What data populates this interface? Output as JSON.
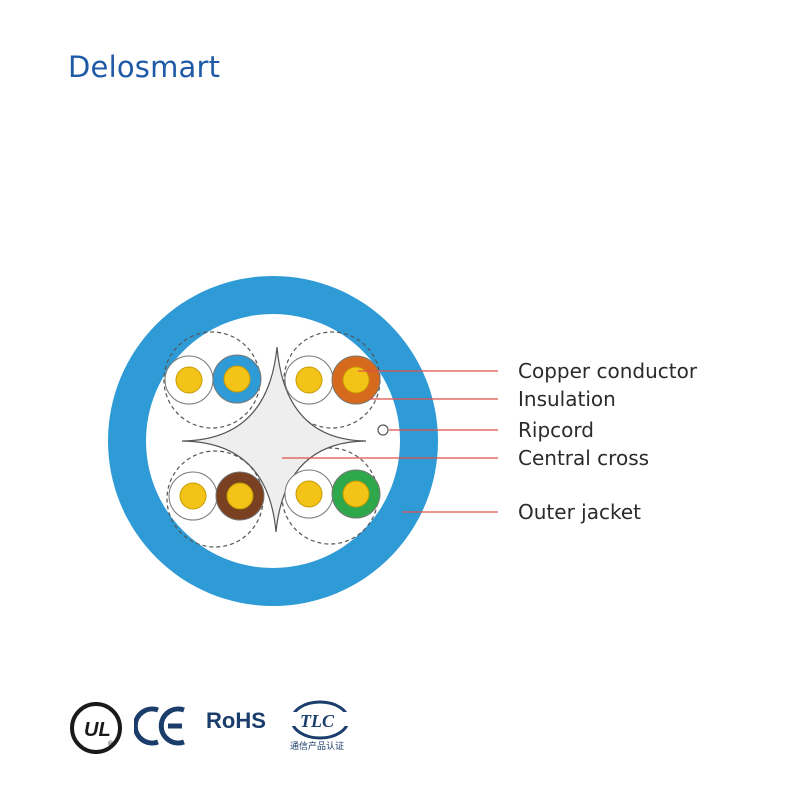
{
  "brand": {
    "name": "Delosmart",
    "color": "#1f5aa6"
  },
  "colors": {
    "jacket": "#2e9ad6",
    "conductor": "#f3c318",
    "leader_line": "#e0504a",
    "insulation_blue": "#2e9ad6",
    "insulation_orange": "#d7691c",
    "insulation_brown": "#7a4022",
    "insulation_green": "#2ea84b",
    "insulation_white": "#ffffff"
  },
  "labels": {
    "copper_conductor": "Copper conductor",
    "insulation": "Insulation",
    "ripcord": "Ripcord",
    "central_cross": "Central cross",
    "outer_jacket": "Outer jacket"
  },
  "certifications": {
    "ul": "UL",
    "ce": "CE",
    "rohs": "RoHS",
    "tlc": "TLC",
    "tlc_caption": "通信产品认证"
  }
}
